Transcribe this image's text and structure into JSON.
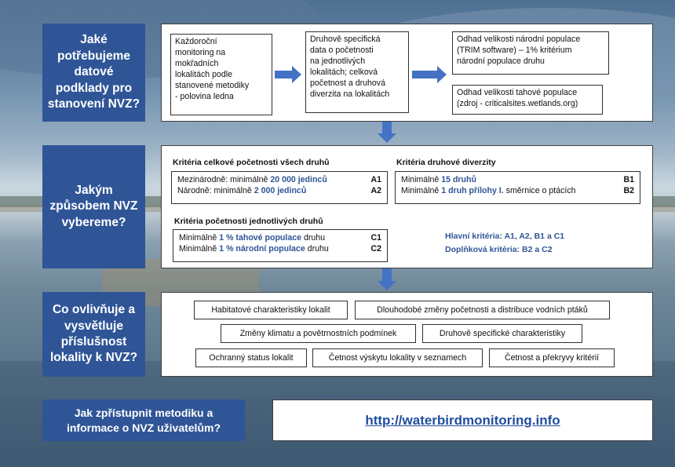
{
  "questions": {
    "q1": [
      "Jaké",
      "potřebujeme",
      "datové",
      "podklady pro",
      "stanovení NVZ?"
    ],
    "q2": [
      "Jakým",
      "způsobem NVZ",
      "vybereme?"
    ],
    "q3": [
      "Co ovlivňuje a",
      "vysvětluje",
      "příslušnost",
      "lokality k NVZ?"
    ],
    "q4": [
      "Jak zpřístupnit  metodiku a",
      "informace o NVZ uživatelům?"
    ]
  },
  "data_section": {
    "box1": [
      "Každoroční",
      "monitoring  na",
      "mokřadních",
      "lokalitách podle",
      "stanovené metodiky",
      "- polovina ledna"
    ],
    "box2": [
      "Druhově specifická",
      "data o početnosti",
      "na jednotlivých",
      "lokalitách; celková",
      "početnost a druhová",
      "diverzita na lokalitách"
    ],
    "box3": [
      "Odhad velikosti národní populace",
      "(TRIM software) – 1% kritérium",
      "národní populace druhu"
    ],
    "box4": [
      "Odhad velikosti tahové populace",
      "(zdroj - criticalsites.wetlands.org)"
    ]
  },
  "criteria_section": {
    "abundance_heading": "Kritéria celkové početnosti všech druhů",
    "abundance_rows": [
      {
        "pre": "Mezinárodně:  minimálně ",
        "hl": "20 000 jedinců",
        "post": "",
        "code": "A1"
      },
      {
        "pre": "Národně:  minimálně ",
        "hl": "2 000 jedinců",
        "post": "",
        "code": "A2"
      }
    ],
    "diversity_heading": "Kritéria druhové diverzity",
    "diversity_rows": [
      {
        "pre": "Minimálně ",
        "hl": "15 druhů",
        "post": "",
        "code": "B1"
      },
      {
        "pre": "Minimálně ",
        "hl": "1 druh přílohy I.",
        "post": " směrnice o ptácích",
        "code": "B2"
      }
    ],
    "species_heading": "Kritéria početnosti jednotlivých druhů",
    "species_rows": [
      {
        "pre": "Minimálně ",
        "hl": "1 % tahové populace",
        "post": " druhu",
        "code": "C1"
      },
      {
        "pre": "Minimálně ",
        "hl": "1 % národní populace",
        "post": " druhu",
        "code": "C2"
      }
    ],
    "main_criteria": "Hlavní kritéria: A1, A2, B1 a C1",
    "supplementary_criteria": "Doplňková kritéria: B2 a C2"
  },
  "factors": [
    "Habitatové charakteristiky lokalit",
    "Dlouhodobé  změny početnosti  a distribuce vodních ptáků",
    "Změny klimatu a povětrnostních  podmínek",
    "Druhově  specifické  charakteristiky",
    "Ochranný status lokalit",
    "Četnost výskytu lokality v seznamech",
    "Četnost a překryvy  kritérií"
  ],
  "link": {
    "url": "http://waterbirdmonitoring.info"
  },
  "colors": {
    "question_bg": "#2f5597",
    "highlight": "#2f5597",
    "arrow": "#4472c4"
  }
}
